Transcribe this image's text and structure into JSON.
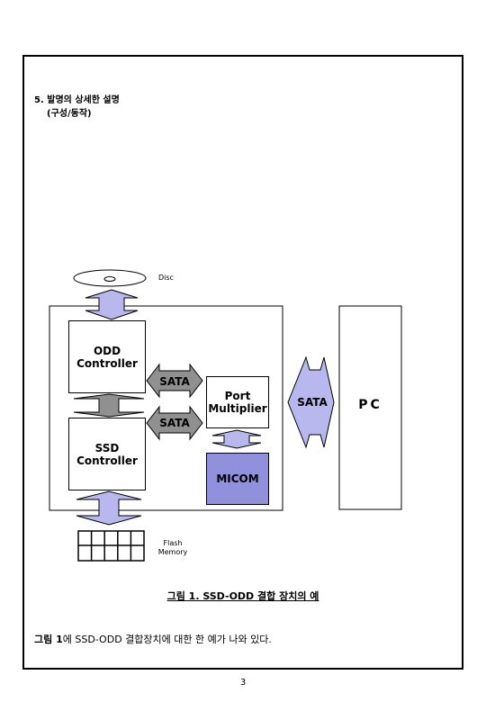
{
  "heading": {
    "line1": "5. 발명의 상세한 설명",
    "line2": "(구성/동작)"
  },
  "diagram": {
    "disc_label": "Disc",
    "odd_controller": "ODD\nController",
    "ssd_controller": "SSD\nController",
    "port_multiplier": "Port\nMultiplier",
    "micom": "MICOM",
    "sata_upper": "SATA",
    "sata_lower": "SATA",
    "sata_pc": "SATA",
    "pc": "PC",
    "flash_memory": "Flash\nMemory"
  },
  "caption": {
    "figure_label": "그림 1. SSD-ODD 결합 장치의 예"
  },
  "body": {
    "text_bold": "그림 1",
    "text_rest": "에 SSD-ODD 결합장치에 대한 한 예가 나와 있다."
  },
  "page_number": "3",
  "colors": {
    "arrow_lavender": "#b8b8ee",
    "arrow_gray": "#909090",
    "micom_fill": "#9090dd"
  }
}
